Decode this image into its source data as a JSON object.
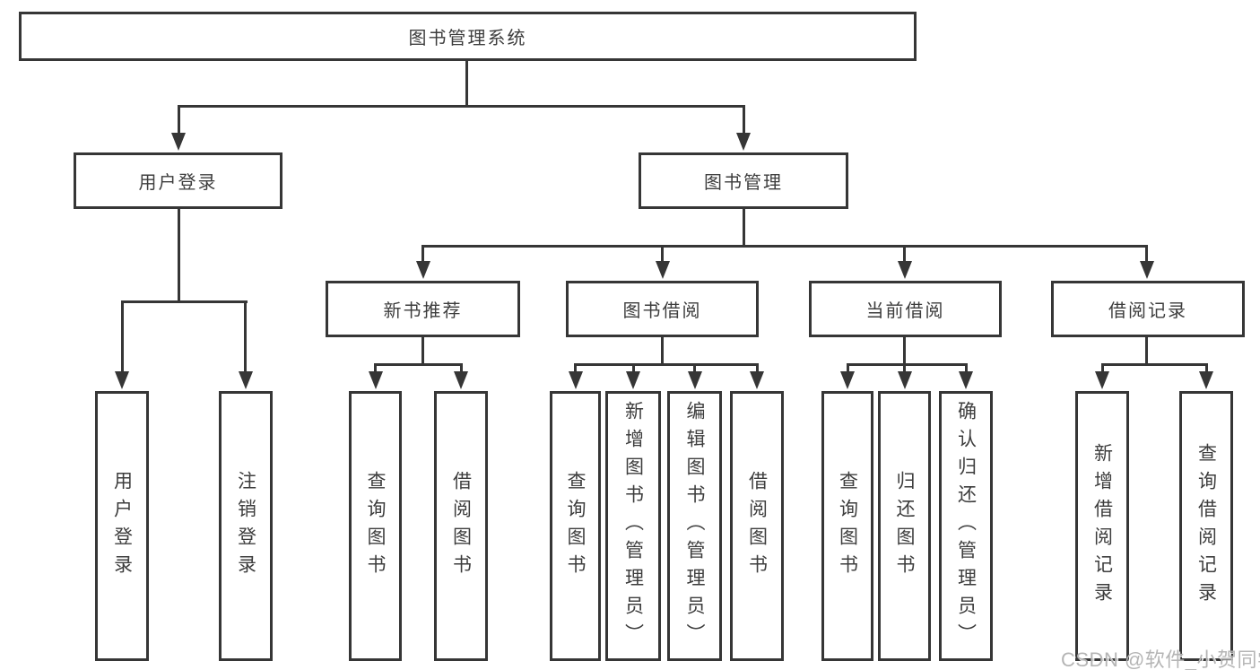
{
  "diagram": {
    "root": {
      "label": "图书管理系统"
    },
    "branches": [
      {
        "label": "用户登录",
        "children": [
          {
            "label": "用户登录"
          },
          {
            "label": "注销登录"
          }
        ]
      },
      {
        "label": "图书管理",
        "children": [
          {
            "label": "新书推荐",
            "children": [
              {
                "label": "查询图书"
              },
              {
                "label": "借阅图书"
              }
            ]
          },
          {
            "label": "图书借阅",
            "children": [
              {
                "label": "查询图书"
              },
              {
                "label": "新增图书（管理员）"
              },
              {
                "label": "编辑图书（管理员）"
              },
              {
                "label": "借阅图书"
              }
            ]
          },
          {
            "label": "当前借阅",
            "children": [
              {
                "label": "查询图书"
              },
              {
                "label": "归还图书"
              },
              {
                "label": "确认归还（管理员）"
              }
            ]
          },
          {
            "label": "借阅记录",
            "children": [
              {
                "label": "新增借阅记录"
              },
              {
                "label": "查询借阅记录"
              }
            ]
          }
        ]
      }
    ]
  },
  "watermark": {
    "text": "CSDN @软件_小贺同学"
  },
  "colors": {
    "line": "#363636",
    "text": "#3d3d3d",
    "background": "#ffffff",
    "watermark": "#b5b5b5"
  }
}
